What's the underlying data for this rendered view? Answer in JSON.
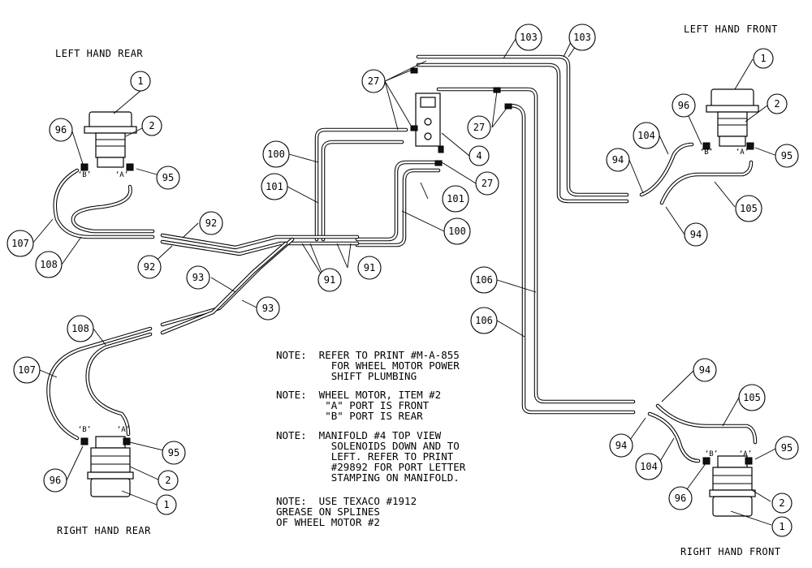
{
  "corner_labels": {
    "left_hand_rear": "LEFT HAND REAR",
    "left_hand_front": "LEFT HAND FRONT",
    "right_hand_rear": "RIGHT HAND REAR",
    "right_hand_front": "RIGHT HAND FRONT"
  },
  "port_labels": {
    "a": "‘A’",
    "b": "‘B’"
  },
  "notes": [
    [
      "NOTE:  REFER TO PRINT #M-A-855",
      "         FOR WHEEL MOTOR POWER",
      "         SHIFT PLUMBING"
    ],
    [
      "NOTE:  WHEEL MOTOR, ITEM #2",
      "        \"A\" PORT IS FRONT",
      "        \"B\" PORT IS REAR"
    ],
    [
      "NOTE:  MANIFOLD #4 TOP VIEW",
      "         SOLENOIDS DOWN AND TO",
      "         LEFT. REFER TO PRINT",
      "         #29892 FOR PORT LETTER",
      "         STAMPING ON MANIFOLD."
    ],
    [
      "NOTE:  USE TEXACO #1912",
      "GREASE ON SPLINES",
      "OF WHEEL MOTOR #2"
    ]
  ],
  "callouts": {
    "c1": "1",
    "c2": "2",
    "c4": "4",
    "c27": "27",
    "c91": "91",
    "c92": "92",
    "c93": "93",
    "c94": "94",
    "c95": "95",
    "c96": "96",
    "c100": "100",
    "c101": "101",
    "c103": "103",
    "c104": "104",
    "c105": "105",
    "c106": "106",
    "c107": "107",
    "c108": "108"
  }
}
